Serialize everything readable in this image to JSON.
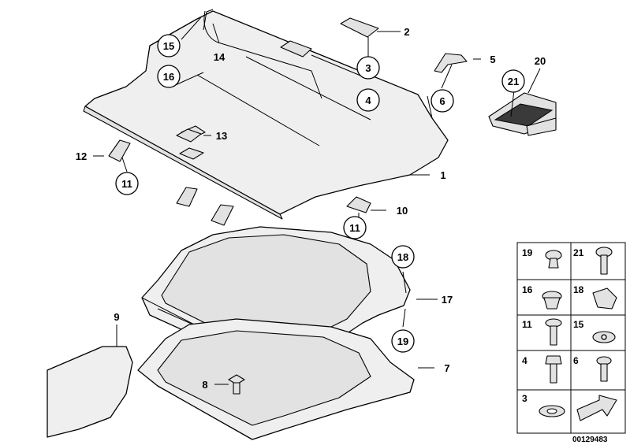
{
  "callouts": {
    "p1": "1",
    "p2": "2",
    "p3": "3",
    "p4": "4",
    "p5": "5",
    "p6": "6",
    "p7": "7",
    "p8": "8",
    "p9": "9",
    "p10": "10",
    "p11a": "11",
    "p11b": "11",
    "p12": "12",
    "p13": "13",
    "p14": "14",
    "p15": "15",
    "p16": "16",
    "p17": "17",
    "p18": "18",
    "p19": "19",
    "p20": "20",
    "p21": "21"
  },
  "legend": {
    "r1a": "19",
    "r1b": "21",
    "r2a": "16",
    "r2b": "18",
    "r3a": "11",
    "r3b": "15",
    "r4a": "4",
    "r4b": "6",
    "r5a": "3"
  },
  "diagram_code": "00129483",
  "icons": [
    "fastener-clip",
    "screw",
    "nut",
    "washer",
    "arrow"
  ]
}
